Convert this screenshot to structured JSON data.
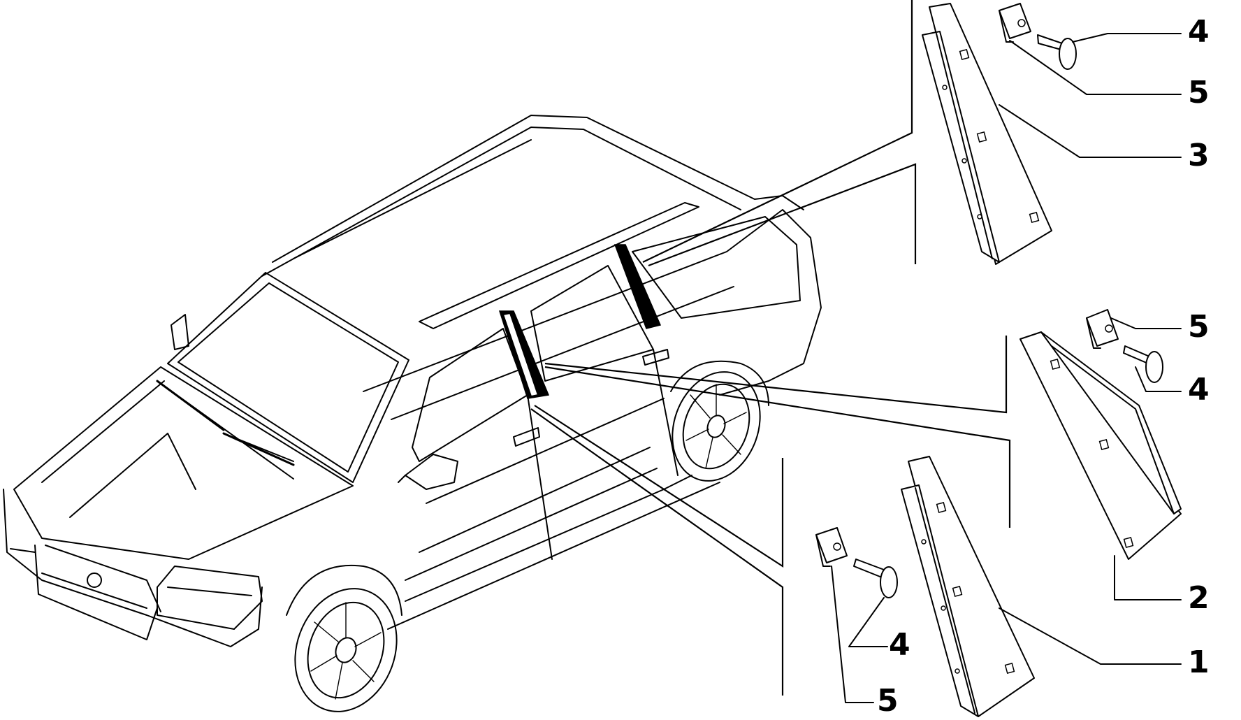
{
  "diagram": {
    "callouts": [
      {
        "id": "c4a",
        "label": "4"
      },
      {
        "id": "c5a",
        "label": "5"
      },
      {
        "id": "c3",
        "label": "3"
      },
      {
        "id": "c5b",
        "label": "5"
      },
      {
        "id": "c4b",
        "label": "4"
      },
      {
        "id": "c2",
        "label": "2"
      },
      {
        "id": "c1",
        "label": "1"
      },
      {
        "id": "c4c",
        "label": "4"
      },
      {
        "id": "c5c",
        "label": "5"
      }
    ]
  }
}
